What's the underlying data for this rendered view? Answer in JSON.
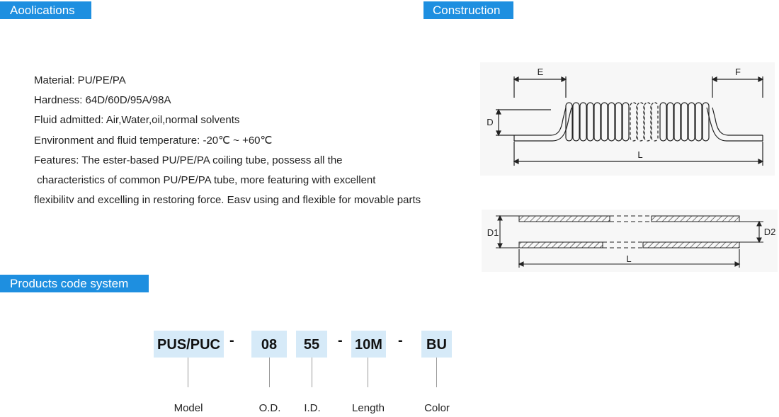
{
  "sections": {
    "applications_title": "Aoolications",
    "construction_title": "Construction",
    "products_code_title": "Products code system"
  },
  "specs": [
    "Material: PU/PE/PA",
    "Hardness: 64D/60D/95A/98A",
    "Fluid admitted: Air,Water,oil,normal solvents",
    "Environment and fluid temperature: -20℃ ~ +60℃",
    "Features: The ester-based PU/PE/PA coiling tube, possess all the",
    " characteristics of common PU/PE/PA tube, more featuring with excellent",
    "flexibilitv and excelling in restoring force. Easv using and flexible for movable parts"
  ],
  "diagram": {
    "coil_labels": {
      "e": "E",
      "f": "F",
      "d": "D",
      "l": "L"
    },
    "section_labels": {
      "d1": "D1",
      "d2": "D2",
      "l": "L"
    }
  },
  "code": {
    "parts": [
      "PUS/PUC",
      "08",
      "55",
      "10M",
      "BU"
    ],
    "separator": "-",
    "labels": [
      "Model",
      "O.D.",
      "I.D.",
      "Length",
      "Color"
    ]
  }
}
